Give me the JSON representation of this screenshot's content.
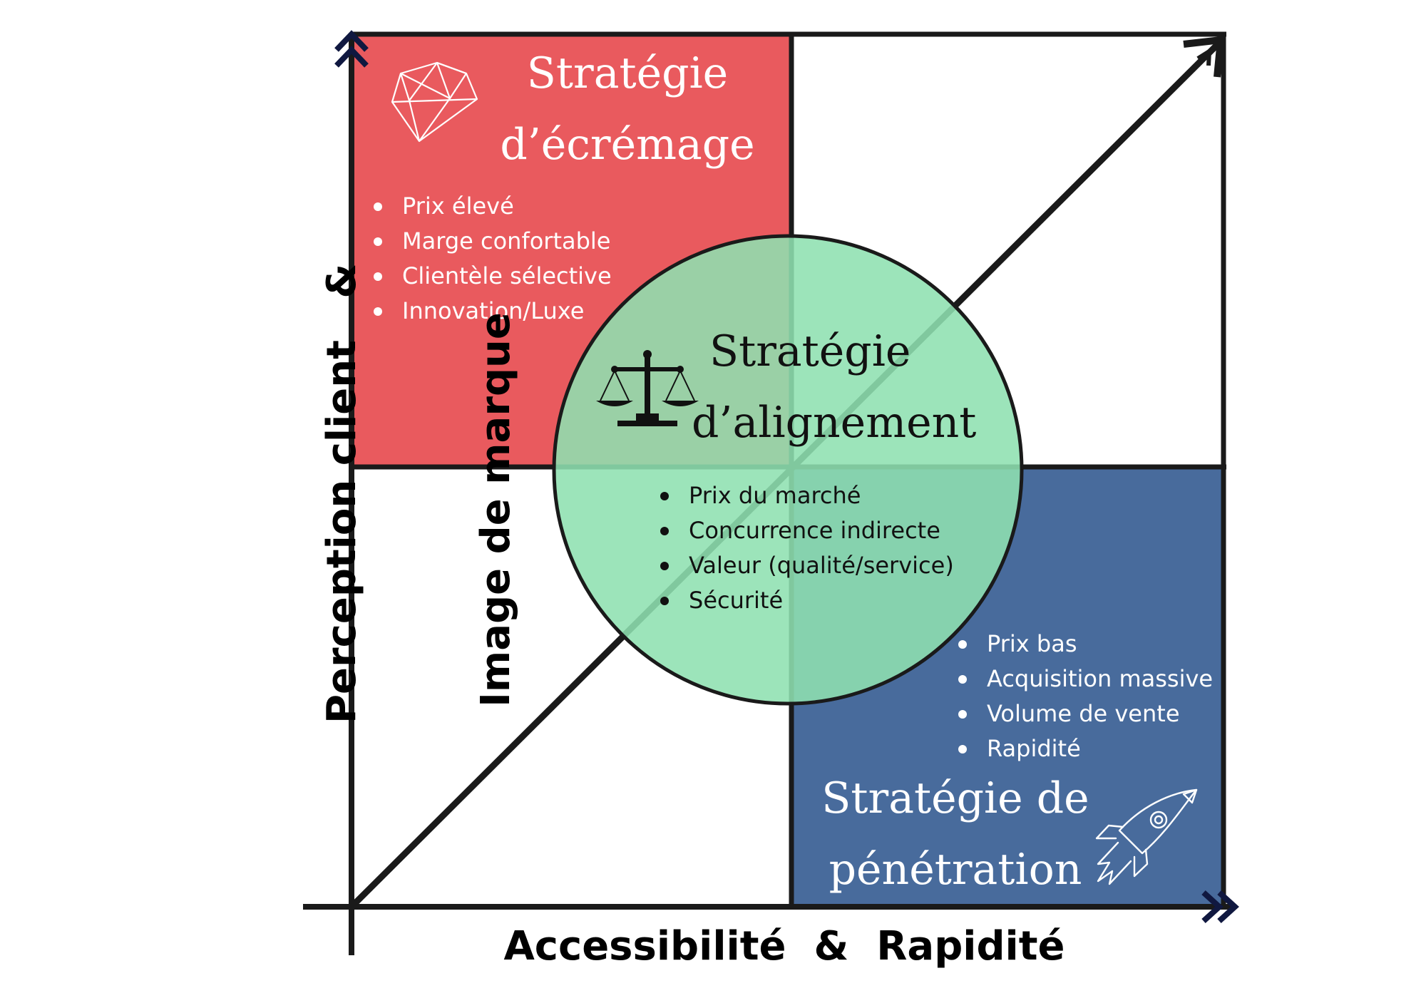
{
  "colors": {
    "skimming": "#E95A5E",
    "penetration": "#486B9C",
    "alignment": "#8EE0B0",
    "axis": "#1a1a1a"
  },
  "axes": {
    "x_label": "Accessibilité  &  Rapidité",
    "y_label_line1": "Perception client   &",
    "y_label_line2": "Image de marque"
  },
  "quadrants": {
    "skimming": {
      "title_line1": "Stratégie",
      "title_line2": "d’écrémage",
      "icon": "diamond-icon",
      "bullets": [
        "Prix élevé",
        "Marge confortable",
        "Clientèle sélective",
        "Innovation/Luxe"
      ]
    },
    "alignment": {
      "title_line1": "Stratégie",
      "title_line2": "d’alignement",
      "icon": "balance-scale-icon",
      "bullets": [
        "Prix du marché",
        "Concurrence indirecte",
        "Valeur (qualité/service)",
        "Sécurité"
      ]
    },
    "penetration": {
      "title_line1": "Stratégie de",
      "title_line2": "pénétration",
      "icon": "rocket-icon",
      "bullets": [
        "Prix bas",
        "Acquisition massive",
        "Volume de vente",
        "Rapidité"
      ]
    }
  }
}
